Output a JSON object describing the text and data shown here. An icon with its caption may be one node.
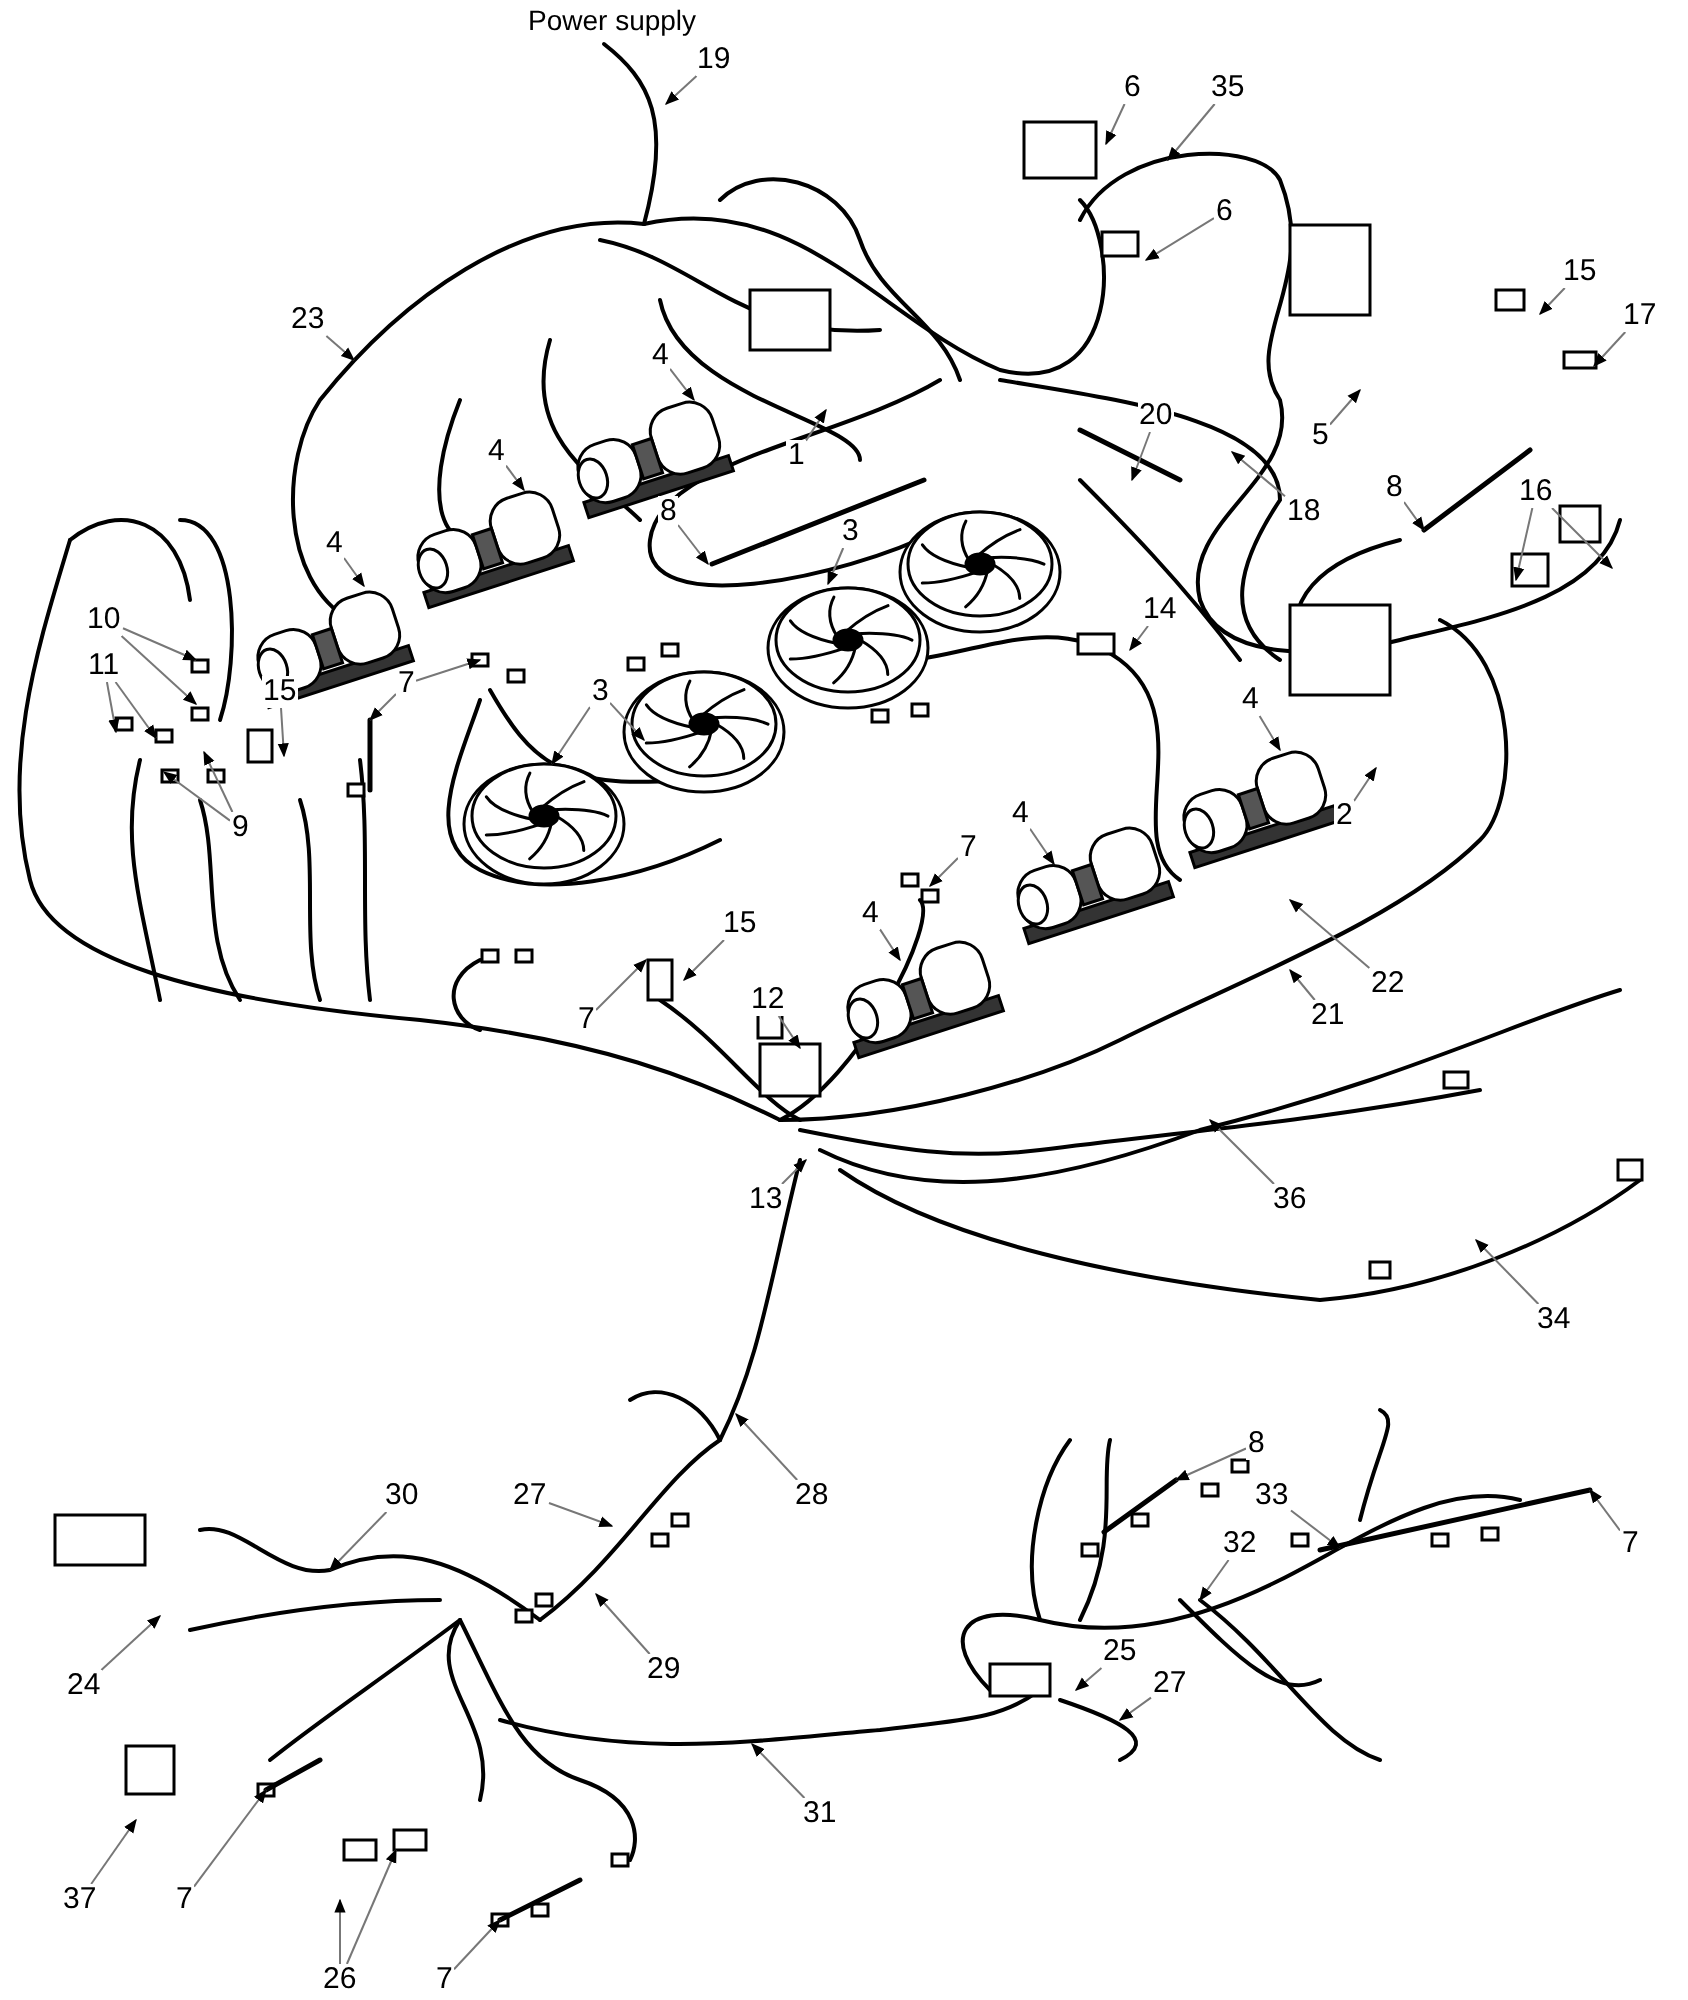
{
  "diagram": {
    "nodes": [
      {
        "text": [
          "19"
        ]
      },
      {
        "text": [
          "23"
        ]
      },
      {
        "text": [
          "6"
        ]
      },
      {
        "text": [
          "35"
        ]
      },
      {
        "text": [
          "6"
        ]
      },
      {
        "text": [
          "15"
        ]
      },
      {
        "text": [
          "17"
        ]
      },
      {
        "text": [
          "4"
        ]
      },
      {
        "text": [
          "1"
        ]
      },
      {
        "text": [
          "5"
        ]
      },
      {
        "text": [
          "20"
        ]
      },
      {
        "text": [
          "4"
        ]
      },
      {
        "text": [
          "18"
        ]
      },
      {
        "text": [
          "8"
        ]
      },
      {
        "text": [
          "8"
        ]
      },
      {
        "text": [
          "4"
        ]
      },
      {
        "text": [
          "3"
        ]
      },
      {
        "text": [
          "16"
        ]
      },
      {
        "text": [
          "10"
        ]
      },
      {
        "text": [
          "14"
        ]
      },
      {
        "text": [
          "11"
        ]
      },
      {
        "text": [
          "15"
        ]
      },
      {
        "text": [
          "7"
        ]
      },
      {
        "text": [
          "3"
        ]
      },
      {
        "text": [
          "9"
        ]
      },
      {
        "text": [
          "4"
        ]
      },
      {
        "text": [
          "2"
        ]
      },
      {
        "text": [
          "4"
        ]
      },
      {
        "text": [
          "7"
        ]
      },
      {
        "text": [
          "4"
        ]
      },
      {
        "text": [
          "22"
        ]
      },
      {
        "text": [
          "21"
        ]
      },
      {
        "text": [
          "15"
        ]
      },
      {
        "text": [
          "7"
        ]
      },
      {
        "text": [
          "12"
        ]
      },
      {
        "text": [
          "13"
        ]
      },
      {
        "text": [
          "36"
        ]
      },
      {
        "text": [
          "34"
        ]
      },
      {
        "text": [
          "28"
        ]
      },
      {
        "text": [
          "27"
        ]
      },
      {
        "text": [
          "30"
        ]
      },
      {
        "text": [
          "8"
        ]
      },
      {
        "text": [
          "33"
        ]
      },
      {
        "text": [
          "32"
        ]
      },
      {
        "text": [
          "7"
        ]
      },
      {
        "text": [
          "24"
        ]
      },
      {
        "text": [
          "29"
        ]
      },
      {
        "text": [
          "25"
        ]
      },
      {
        "text": [
          "27"
        ]
      },
      {
        "text": [
          "31"
        ]
      },
      {
        "text": [
          "37"
        ]
      },
      {
        "text": [
          "7"
        ]
      },
      {
        "text": [
          "26"
        ]
      },
      {
        "text": [
          "7"
        ]
      }
    ],
    "edges": [
      {
        "from": 0,
        "to": null,
        "arrow": "to"
      },
      {
        "from": 1,
        "to": null,
        "arrow": "to"
      },
      {
        "from": 2,
        "to": null,
        "arrow": "to"
      },
      {
        "from": 3,
        "to": null,
        "arrow": "to"
      },
      {
        "from": 4,
        "to": null,
        "arrow": "to"
      },
      {
        "from": 5,
        "to": null,
        "arrow": "to"
      },
      {
        "from": 6,
        "to": null,
        "arrow": "to"
      },
      {
        "from": 7,
        "to": null,
        "arrow": "to"
      },
      {
        "from": 8,
        "to": null,
        "arrow": "to"
      },
      {
        "from": 9,
        "to": null,
        "arrow": "to"
      },
      {
        "from": 10,
        "to": null,
        "arrow": "to"
      },
      {
        "from": 11,
        "to": null,
        "arrow": "to"
      },
      {
        "from": 12,
        "to": null,
        "arrow": "to"
      },
      {
        "from": 13,
        "to": null,
        "arrow": "to"
      },
      {
        "from": 14,
        "to": null,
        "arrow": "to"
      },
      {
        "from": 15,
        "to": null,
        "arrow": "to"
      },
      {
        "from": 16,
        "to": null,
        "arrow": "to"
      },
      {
        "from": 17,
        "to": null,
        "arrow": "to"
      },
      {
        "from": 17,
        "to": null,
        "arrow": "to"
      },
      {
        "from": 18,
        "to": null,
        "arrow": "to"
      },
      {
        "from": 18,
        "to": null,
        "arrow": "to"
      },
      {
        "from": 19,
        "to": null,
        "arrow": "to"
      },
      {
        "from": 20,
        "to": null,
        "arrow": "to"
      },
      {
        "from": 20,
        "to": null,
        "arrow": "to"
      },
      {
        "from": 21,
        "to": null,
        "arrow": "to"
      },
      {
        "from": 22,
        "to": null,
        "arrow": "to"
      },
      {
        "from": 22,
        "to": null,
        "arrow": "to"
      },
      {
        "from": 23,
        "to": null,
        "arrow": "to"
      },
      {
        "from": 23,
        "to": null,
        "arrow": "to"
      },
      {
        "from": 24,
        "to": null,
        "arrow": "to"
      },
      {
        "from": 24,
        "to": null,
        "arrow": "to"
      },
      {
        "from": 25,
        "to": null,
        "arrow": "to"
      },
      {
        "from": 26,
        "to": null,
        "arrow": "to"
      },
      {
        "from": 27,
        "to": null,
        "arrow": "to"
      },
      {
        "from": 28,
        "to": null,
        "arrow": "to"
      },
      {
        "from": 29,
        "to": null,
        "arrow": "to"
      },
      {
        "from": 30,
        "to": null,
        "arrow": "to"
      },
      {
        "from": 31,
        "to": null,
        "arrow": "to"
      },
      {
        "from": 32,
        "to": null,
        "arrow": "to"
      },
      {
        "from": 33,
        "to": null,
        "arrow": "to"
      },
      {
        "from": 34,
        "to": null,
        "arrow": "to"
      },
      {
        "from": 35,
        "to": null,
        "arrow": "to"
      },
      {
        "from": 36,
        "to": null,
        "arrow": "to"
      },
      {
        "from": 37,
        "to": null,
        "arrow": "to"
      },
      {
        "from": 38,
        "to": null,
        "arrow": "to"
      },
      {
        "from": 39,
        "to": null,
        "arrow": "to"
      },
      {
        "from": 40,
        "to": null,
        "arrow": "to"
      },
      {
        "from": 41,
        "to": null,
        "arrow": "to"
      },
      {
        "from": 42,
        "to": null,
        "arrow": "to"
      },
      {
        "from": 43,
        "to": null,
        "arrow": "to"
      },
      {
        "from": 44,
        "to": null,
        "arrow": "to"
      },
      {
        "from": 45,
        "to": null,
        "arrow": "to"
      },
      {
        "from": 46,
        "to": null,
        "arrow": "to"
      },
      {
        "from": 47,
        "to": null,
        "arrow": "to"
      },
      {
        "from": 48,
        "to": null,
        "arrow": "to"
      },
      {
        "from": 49,
        "to": null,
        "arrow": "to"
      },
      {
        "from": 50,
        "to": null,
        "arrow": "to"
      },
      {
        "from": 51,
        "to": null,
        "arrow": "to"
      },
      {
        "from": 52,
        "to": null,
        "arrow": "to"
      },
      {
        "from": 52,
        "to": null,
        "arrow": "to"
      },
      {
        "from": 53,
        "to": null,
        "arrow": "to"
      }
    ],
    "labels": [
      "Power supply"
    ]
  }
}
